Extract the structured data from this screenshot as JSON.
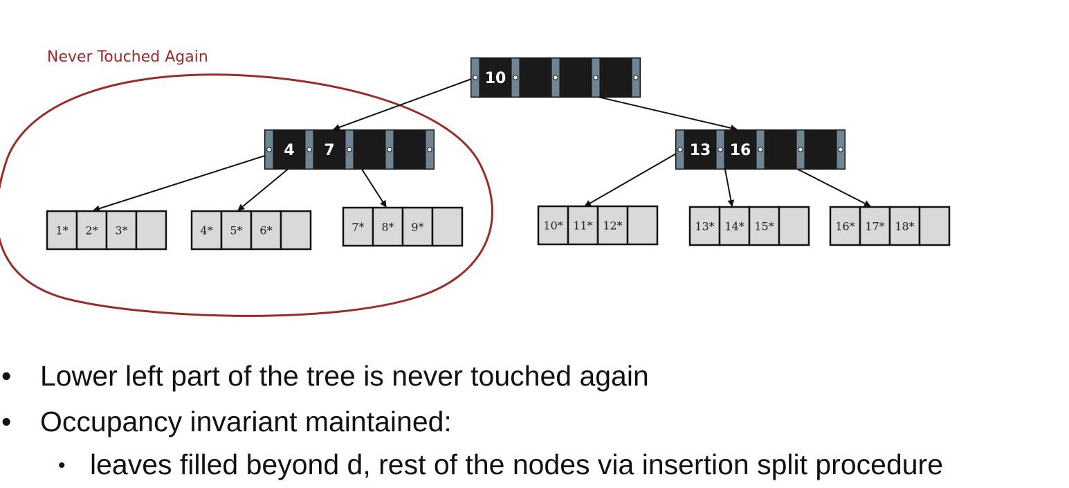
{
  "annotation": {
    "label": "Never Touched Again",
    "color": "#9a2b2b"
  },
  "tree": {
    "root": {
      "keys": [
        "10"
      ]
    },
    "internal": [
      {
        "id": "left",
        "keys": [
          "4",
          "7"
        ]
      },
      {
        "id": "right",
        "keys": [
          "13",
          "16"
        ]
      }
    ],
    "leaves": [
      {
        "entries": [
          "1*",
          "2*",
          "3*"
        ]
      },
      {
        "entries": [
          "4*",
          "5*",
          "6*"
        ]
      },
      {
        "entries": [
          "7*",
          "8*",
          "9*"
        ]
      },
      {
        "entries": [
          "10*",
          "11*",
          "12*"
        ]
      },
      {
        "entries": [
          "13*",
          "14*",
          "15*"
        ]
      },
      {
        "entries": [
          "16*",
          "17*",
          "18*"
        ]
      }
    ]
  },
  "bullets": {
    "dot": "•",
    "items": [
      "Lower left part of the tree is never touched again",
      "Occupancy invariant maintained:",
      "leaves filled beyond d, rest of the nodes via insertion split procedure"
    ]
  }
}
